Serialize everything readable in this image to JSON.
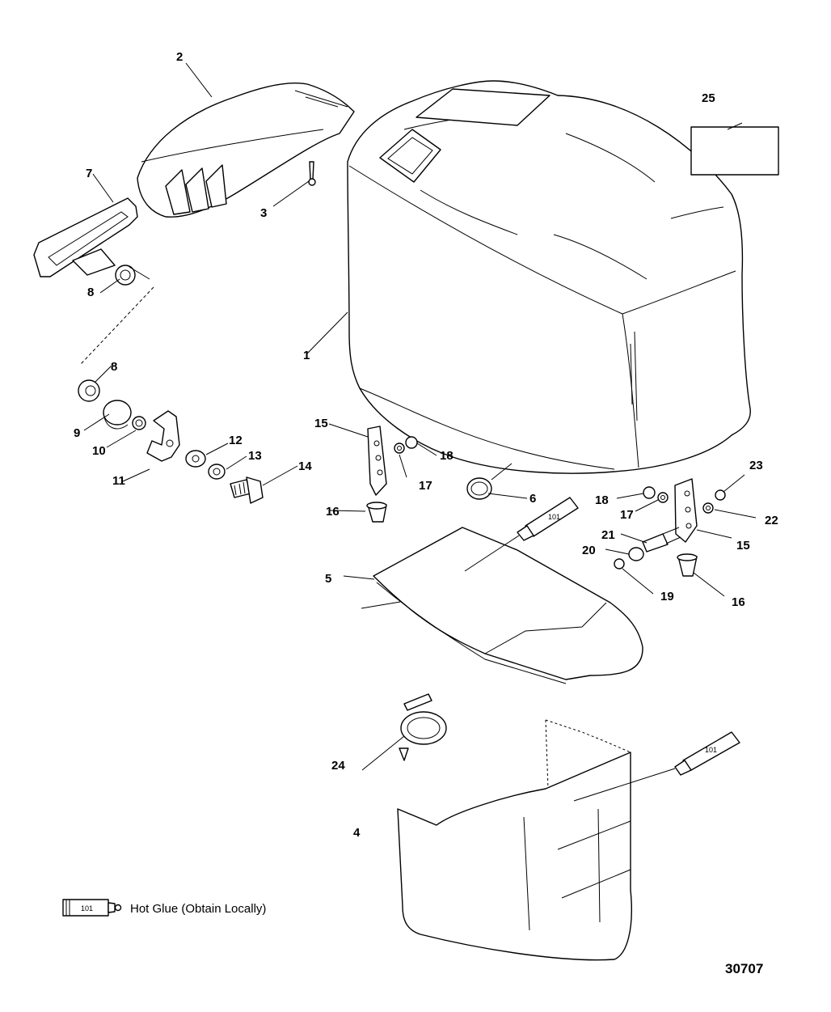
{
  "callouts": [
    {
      "id": "c1",
      "label": "1"
    },
    {
      "id": "c2",
      "label": "2"
    },
    {
      "id": "c3",
      "label": "3"
    },
    {
      "id": "c4",
      "label": "4"
    },
    {
      "id": "c5",
      "label": "5"
    },
    {
      "id": "c6",
      "label": "6"
    },
    {
      "id": "c7",
      "label": "7"
    },
    {
      "id": "c8a",
      "label": "8"
    },
    {
      "id": "c8b",
      "label": "8"
    },
    {
      "id": "c9",
      "label": "9"
    },
    {
      "id": "c10",
      "label": "10"
    },
    {
      "id": "c11",
      "label": "11"
    },
    {
      "id": "c12",
      "label": "12"
    },
    {
      "id": "c13",
      "label": "13"
    },
    {
      "id": "c14",
      "label": "14"
    },
    {
      "id": "c15a",
      "label": "15"
    },
    {
      "id": "c15b",
      "label": "15"
    },
    {
      "id": "c16a",
      "label": "16"
    },
    {
      "id": "c16b",
      "label": "16"
    },
    {
      "id": "c17a",
      "label": "17"
    },
    {
      "id": "c17b",
      "label": "17"
    },
    {
      "id": "c18a",
      "label": "18"
    },
    {
      "id": "c18b",
      "label": "18"
    },
    {
      "id": "c19",
      "label": "19"
    },
    {
      "id": "c20",
      "label": "20"
    },
    {
      "id": "c21",
      "label": "21"
    },
    {
      "id": "c22",
      "label": "22"
    },
    {
      "id": "c23",
      "label": "23"
    },
    {
      "id": "c24",
      "label": "24"
    },
    {
      "id": "c25",
      "label": "25"
    }
  ],
  "tube_label": "101",
  "legend": {
    "text": "Hot Glue (Obtain Locally)",
    "tube_label": "101"
  },
  "figure_number": "30707"
}
